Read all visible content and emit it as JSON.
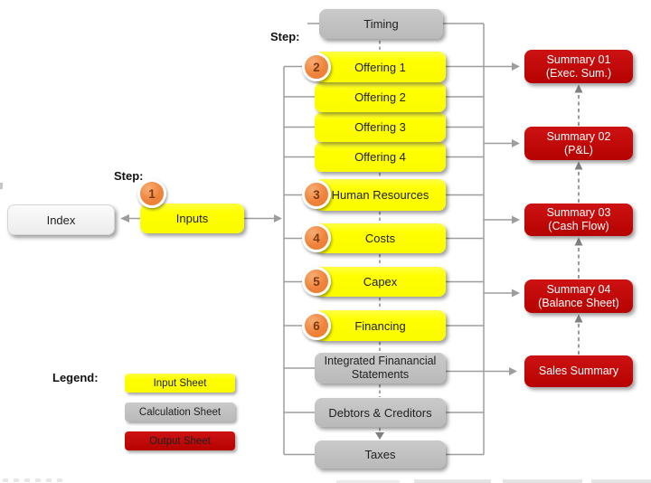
{
  "left": {
    "step_label": "Step:",
    "step_number": "1",
    "index_label": "Index",
    "inputs_label": "Inputs"
  },
  "center": {
    "step_label": "Step:",
    "timing_label": "Timing",
    "nodes": [
      {
        "label": "Offering 1",
        "type": "input",
        "step": "2"
      },
      {
        "label": "Offering 2",
        "type": "input"
      },
      {
        "label": "Offering 3",
        "type": "input"
      },
      {
        "label": "Offering 4",
        "type": "input"
      },
      {
        "label": "Human Resources",
        "type": "input",
        "step": "3"
      },
      {
        "label": "Costs",
        "type": "input",
        "step": "4"
      },
      {
        "label": "Capex",
        "type": "input",
        "step": "5"
      },
      {
        "label": "Financing",
        "type": "input",
        "step": "6"
      },
      {
        "label": "Integrated Finanancial Statements",
        "type": "calculation"
      },
      {
        "label": "Debtors & Creditors",
        "type": "calculation"
      },
      {
        "label": "Taxes",
        "type": "calculation"
      }
    ]
  },
  "right": {
    "summaries": [
      {
        "line1": "Summary 01",
        "line2": "(Exec. Sum.)"
      },
      {
        "line1": "Summary 02",
        "line2": "(P&L)"
      },
      {
        "line1": "Summary 03",
        "line2": "(Cash Flow)"
      },
      {
        "line1": "Summary 04",
        "line2": "(Balance Sheet)"
      },
      {
        "line1": "Sales Summary",
        "line2": ""
      }
    ]
  },
  "legend": {
    "title": "Legend:",
    "items": [
      {
        "label": "Input Sheet",
        "type": "input"
      },
      {
        "label": "Calculation Sheet",
        "type": "calculation"
      },
      {
        "label": "Output Sheet",
        "type": "output"
      }
    ]
  },
  "colors": {
    "input_sheet": "#ffff00",
    "calculation_sheet": "#bfbfbf",
    "output_sheet": "#c00000",
    "step_circle": "#ed7d31",
    "connector_line": "#9d9d9d",
    "dashed_line": "#808080"
  }
}
